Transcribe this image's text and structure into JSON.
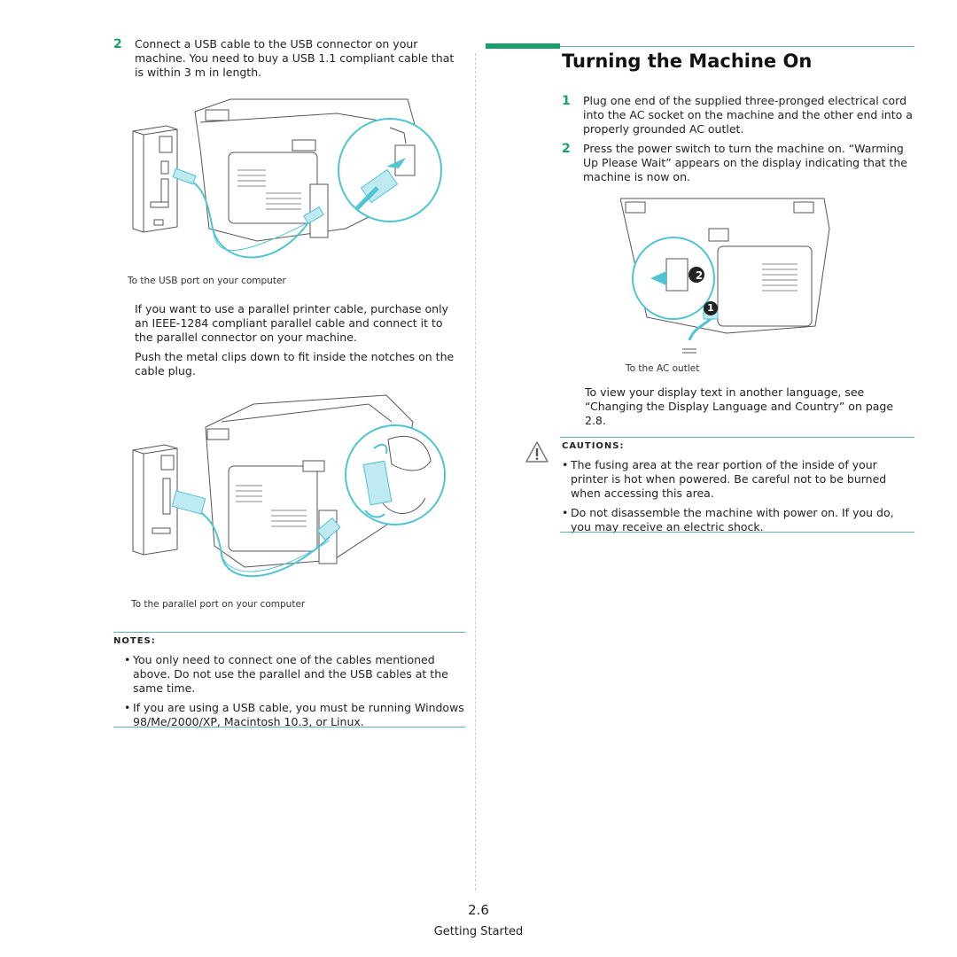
{
  "left_column": {
    "step2_number": "2",
    "step2_text": "Connect a USB cable to the USB connector on your machine. You need to buy a USB 1.1 compliant cable that is within 3 m in length.",
    "usb_caption": "To the USB port on your computer",
    "parallel_para1": "If you want to use a parallel printer cable, purchase only an IEEE-1284 compliant parallel cable and connect it to the parallel connector on your machine.",
    "parallel_para2": "Push the metal clips down to fit inside the notches on the cable plug.",
    "parallel_caption": "To the parallel port on your computer",
    "notes_title": "Notes",
    "notes_colon": ":",
    "notes": [
      "You only need to connect one of the cables mentioned above. Do not use the parallel and the USB cables at the same time.",
      "If you are using a USB cable, you must be running Windows 98/Me/2000/XP, Macintosh 10.3, or Linux."
    ]
  },
  "right_column": {
    "title": "Turning the Machine On",
    "step1_number": "1",
    "step1_text": "Plug one end of the supplied three-pronged electrical cord into the AC socket on the machine and the other end into a properly grounded AC outlet.",
    "step2_number": "2",
    "step2_text": "Press the power switch to turn the machine on. “Warming Up Please Wait” appears on the display indicating that the machine is now on.",
    "callout_1": "1",
    "callout_2": "2",
    "ac_caption": "To the AC outlet",
    "language_para": "To view your display text in another language, see “Changing the Display Language and Country” on page 2.8.",
    "cautions_title": "Cautions",
    "cautions_colon": ":",
    "cautions": [
      "The fusing area at the rear portion of the inside of your printer is hot when powered. Be careful not to be burned when accessing this area.",
      "Do not disassemble the machine with power on. If you do, you may receive an electric shock."
    ]
  },
  "footer": {
    "page_number": "2.6",
    "section_name": "Getting Started"
  },
  "colors": {
    "accent_green": "#1aa06a",
    "rule_teal": "#5fb0ac",
    "cable_cyan": "#4fc4d4"
  },
  "icons": [
    "caution-triangle-icon"
  ]
}
